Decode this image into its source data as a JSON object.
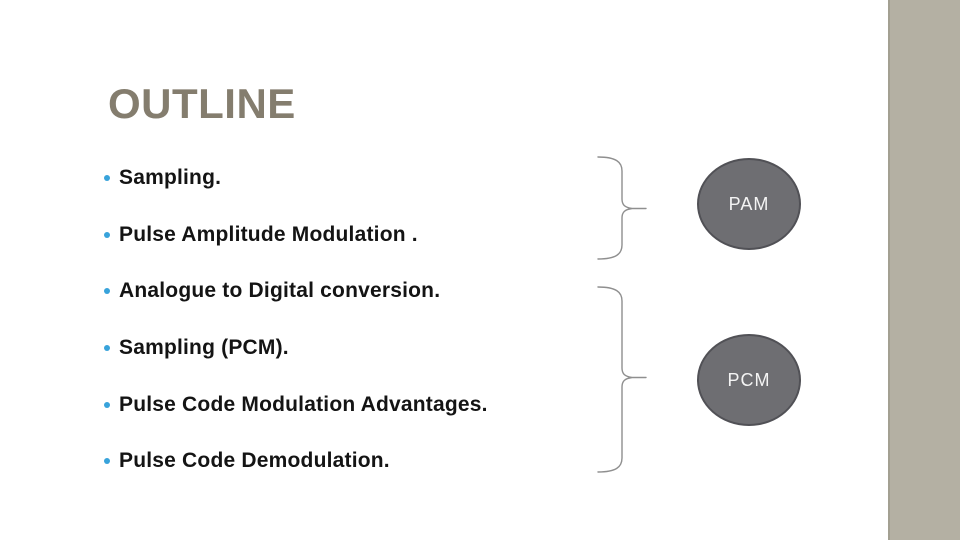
{
  "slide": {
    "title": "OUTLINE",
    "bullets": [
      "Sampling.",
      "Pulse Amplitude Modulation .",
      "Analogue to Digital conversion.",
      "Sampling (PCM).",
      "Pulse Code Modulation Advantages.",
      "Pulse Code Demodulation."
    ],
    "groups": [
      {
        "label": "PAM"
      },
      {
        "label": "PCM"
      }
    ],
    "colors": {
      "title_text": "#847D6E",
      "bullet_dot": "#38A3DB",
      "bullet_text": "#141414",
      "brace_line": "#8F8F8F",
      "ellipse_fill": "#6E6E72",
      "ellipse_border": "#515156",
      "ellipse_text": "#F4F4F4",
      "side_bar": "#B4B0A3",
      "side_bar_edge": "#A3A092",
      "background": "#FFFFFF"
    }
  }
}
